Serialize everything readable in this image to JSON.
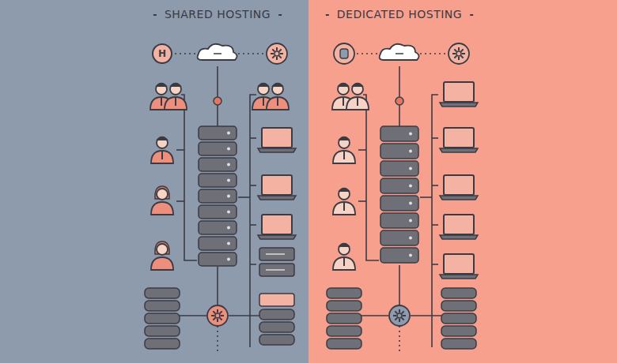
{
  "diagram": {
    "nodes": [
      {
        "text": [
          "H"
        ]
      }
    ],
    "labels": [
      "SHARED HOSTING",
      "DEDICATED HOSTING"
    ]
  }
}
